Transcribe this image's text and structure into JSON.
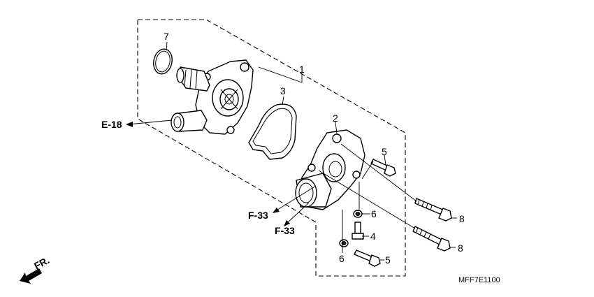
{
  "diagram": {
    "part_numbers": {
      "p1": "1",
      "p2": "2",
      "p3": "3",
      "p4": "4",
      "p5_upper": "5",
      "p5_lower": "5",
      "p6_upper": "6",
      "p6_lower": "6",
      "p7": "7",
      "p8_upper": "8",
      "p8_lower": "8"
    },
    "references": {
      "e18": "E-18",
      "f33_upper": "F-33",
      "f33_lower": "F-33"
    },
    "front_label": "FR.",
    "drawing_code": "MFF7E1100",
    "icons": [
      "front-direction-arrow-icon"
    ]
  }
}
